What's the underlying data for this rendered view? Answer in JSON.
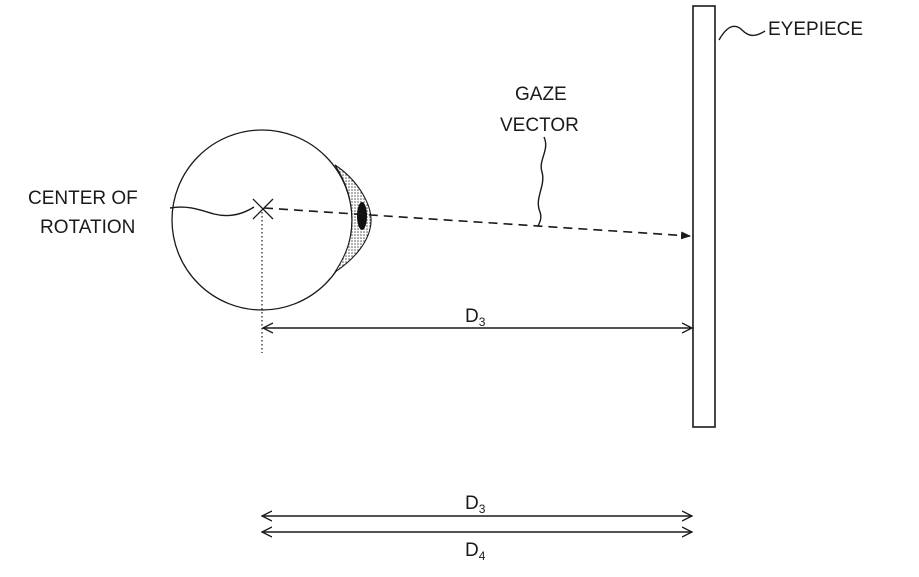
{
  "labels": {
    "eyepiece": "EYEPIECE",
    "gaze_line1": "GAZE",
    "gaze_line2": "VECTOR",
    "center_line1": "CENTER OF",
    "center_line2": "ROTATION"
  },
  "dimensions": {
    "d3_main": {
      "base": "D",
      "sub": "3"
    },
    "d3_lower": {
      "base": "D",
      "sub": "3"
    },
    "d4_lower": {
      "base": "D",
      "sub": "4"
    }
  }
}
